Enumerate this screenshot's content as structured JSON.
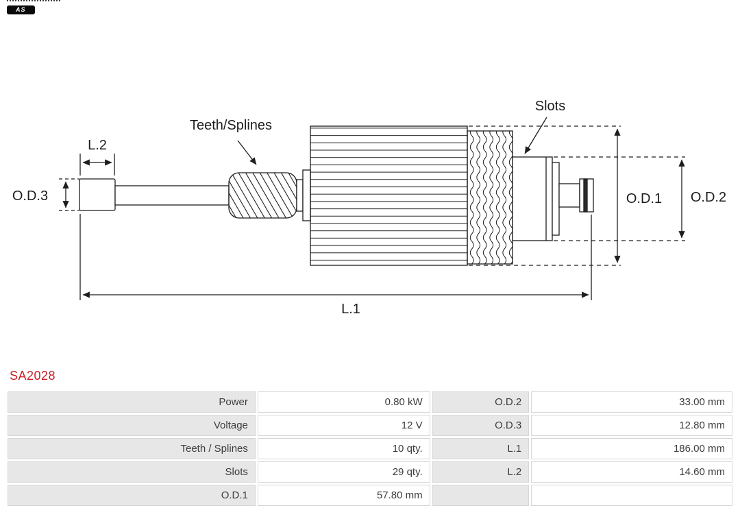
{
  "brand": {
    "logo_text": "AS"
  },
  "part_number": "SA2028",
  "diagram": {
    "labels": {
      "l2": "L.2",
      "od3": "O.D.3",
      "teeth_splines": "Teeth/Splines",
      "slots": "Slots",
      "od1": "O.D.1",
      "od2": "O.D.2",
      "l1": "L.1"
    }
  },
  "specs": {
    "left": [
      {
        "label": "Power",
        "value": "0.80 kW"
      },
      {
        "label": "Voltage",
        "value": "12 V"
      },
      {
        "label": "Teeth / Splines",
        "value": "10 qty."
      },
      {
        "label": "Slots",
        "value": "29 qty."
      },
      {
        "label": "O.D.1",
        "value": "57.80 mm"
      }
    ],
    "right": [
      {
        "label": "O.D.2",
        "value": "33.00 mm"
      },
      {
        "label": "O.D.3",
        "value": "12.80 mm"
      },
      {
        "label": "L.1",
        "value": "186.00 mm"
      },
      {
        "label": "L.2",
        "value": "14.60 mm"
      },
      {
        "label": "",
        "value": ""
      }
    ]
  },
  "colors": {
    "accent_red": "#cb2026",
    "table_label_bg": "#e7e7e7",
    "line": "#1d1d1d"
  }
}
